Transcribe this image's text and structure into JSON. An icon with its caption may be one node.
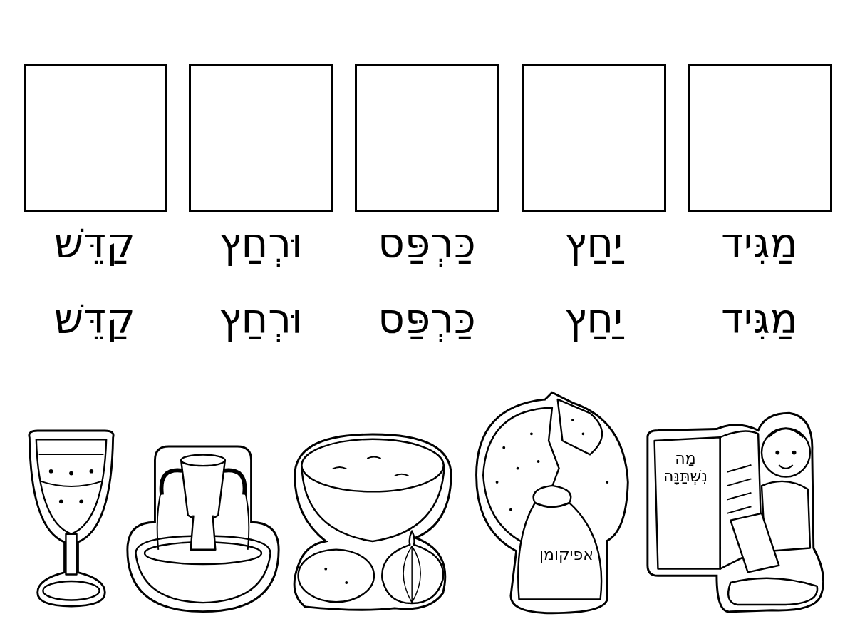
{
  "diagram": {
    "nodes": [
      {
        "text": [],
        "shape": "box"
      },
      {
        "text": [],
        "shape": "box"
      },
      {
        "text": [],
        "shape": "box"
      },
      {
        "text": [],
        "shape": "box"
      },
      {
        "text": [],
        "shape": "box"
      },
      {
        "text": [],
        "shape": "picture"
      },
      {
        "text": [],
        "shape": "picture"
      },
      {
        "text": [],
        "shape": "picture"
      },
      {
        "text": [
          "אפיקומן"
        ]
      },
      {
        "text": [
          "מַה נִשְׁתַּנָּה"
        ]
      }
    ],
    "edges": [],
    "labels": [
      "מַגִּיד",
      "יַחַץ",
      "כַּרְפַּס",
      "וּרְחַץ",
      "קַדֵּשׁ",
      "מַגִּיד",
      "יַחַץ",
      "כַּרְפַּס",
      "וּרְחַץ",
      "קַדֵּשׁ"
    ]
  }
}
